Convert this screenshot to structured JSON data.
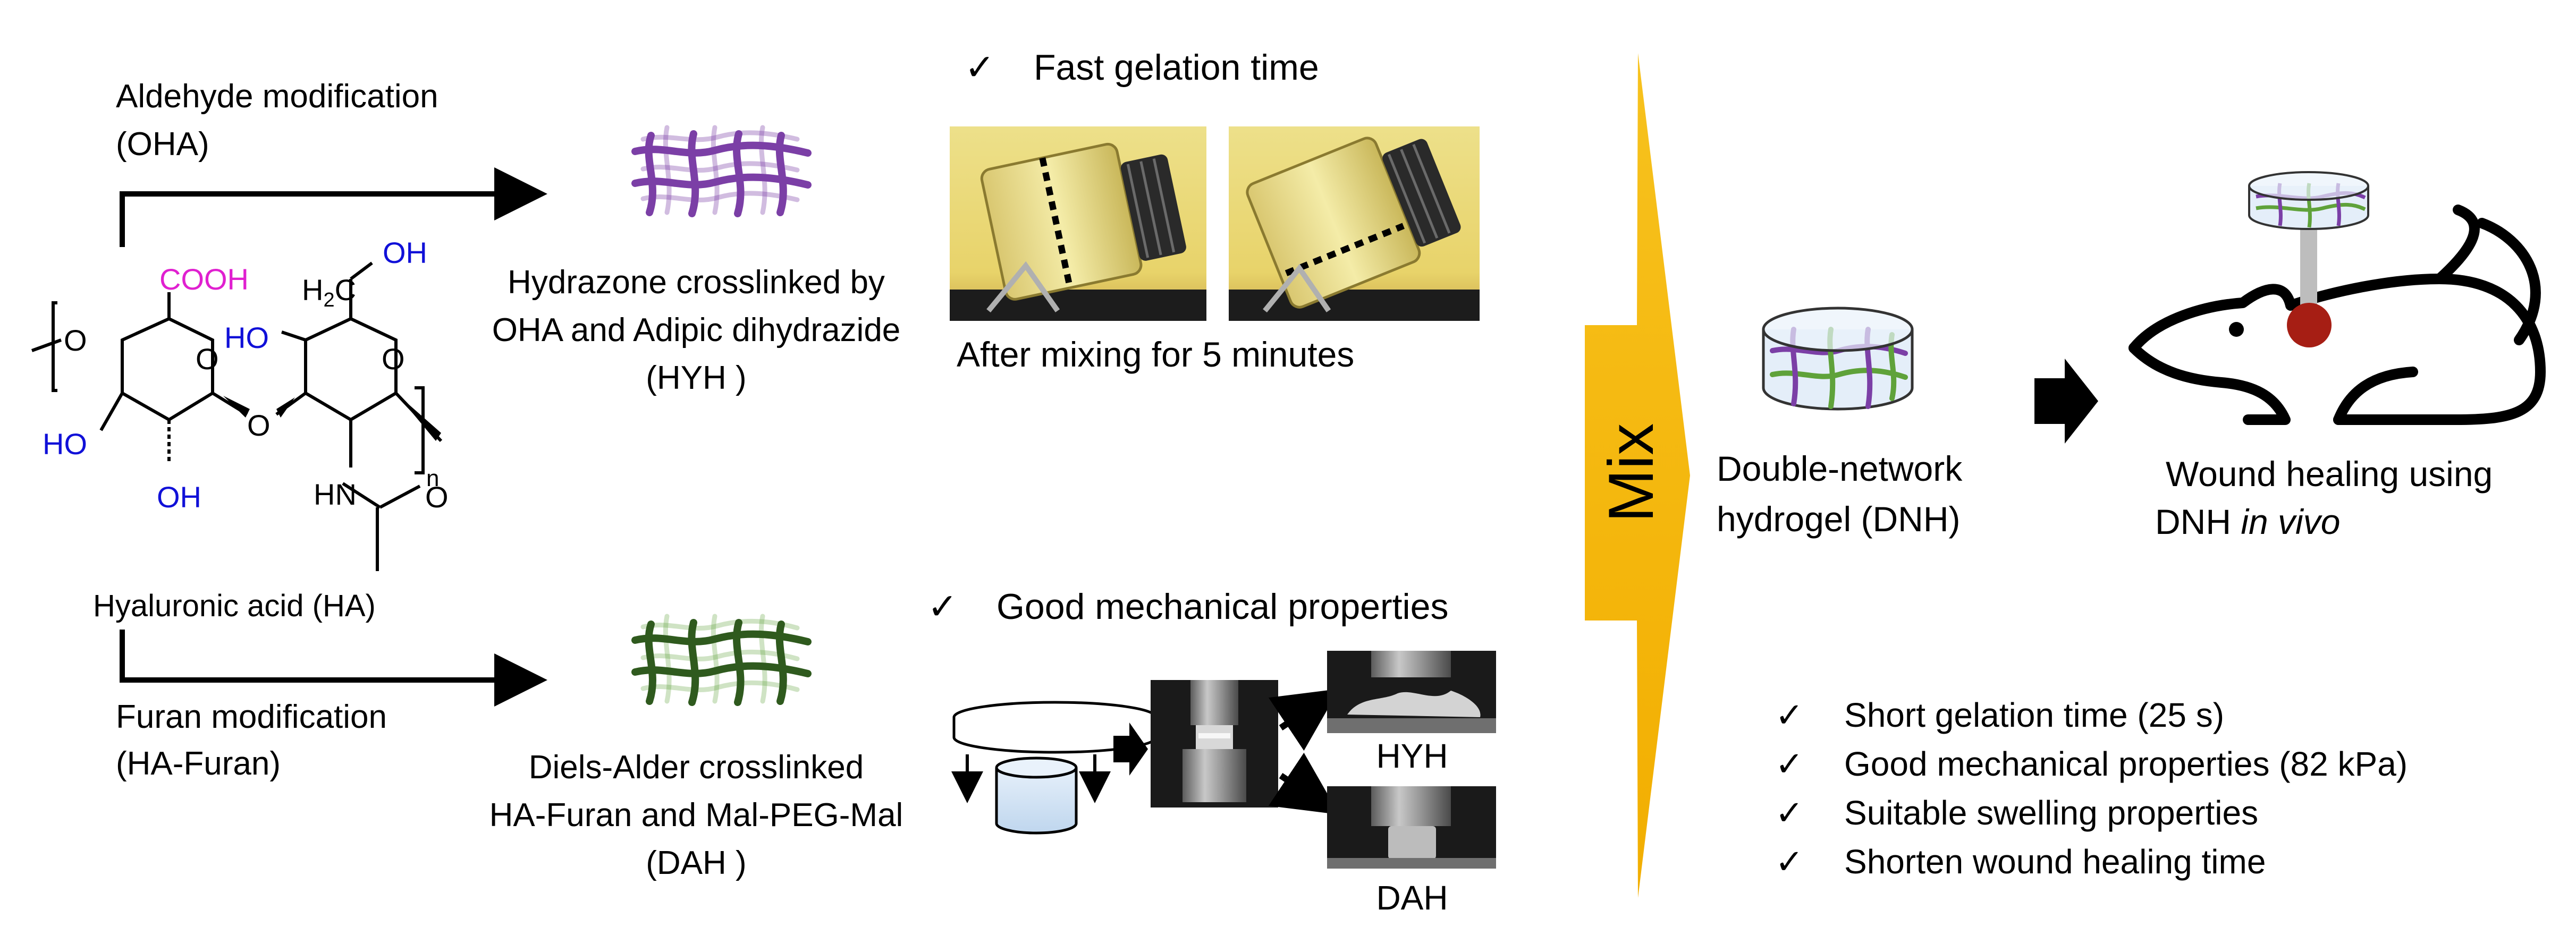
{
  "top_path": {
    "label_line1": "Aldehyde modification",
    "label_line2": "(OHA)",
    "network_line1": "Hydrazone crosslinked by",
    "network_line2": "OHA and Adipic dihydrazide",
    "network_line3": "(HYH )",
    "check_mark": "✓",
    "feature": "Fast gelation time",
    "photo_caption": "After mixing for 5 minutes",
    "network_color": "#7B3FA6"
  },
  "bottom_path": {
    "label_line1": "Furan modification",
    "label_line2": "(HA-Furan)",
    "network_line1": "Diels-Alder crosslinked",
    "network_line2": "HA-Furan and Mal-PEG-Mal",
    "network_line3": "(DAH )",
    "check_mark": "✓",
    "feature": "Good mechanical properties",
    "sample_labels": [
      "HYH",
      "DAH"
    ],
    "network_color": "#2F5A1E"
  },
  "molecule": {
    "name": "Hyaluronic acid (HA)",
    "cooh": "COOH",
    "oh": "OH",
    "ho": "HO",
    "h2c": "H",
    "h2c_sub": "2",
    "h2c_c": "C",
    "ring_o": "O",
    "hn": "HN",
    "carbonyl_o": "O",
    "n_sub": "n",
    "cooh_color": "#E020D0",
    "oh_color": "#1010D8"
  },
  "mix": {
    "label": "Mix",
    "color": "#F5B700"
  },
  "dnh": {
    "label_line1": "Double-network",
    "label_line2": "hydrogel (DNH)"
  },
  "wound": {
    "label_line1": "Wound healing using",
    "label_line2": "DNH ",
    "label_line2_italic": "in vivo",
    "wound_color": "#A61E14"
  },
  "results": {
    "check_mark": "✓",
    "items": [
      "Short gelation time (25 s)",
      "Good mechanical properties (82 kPa)",
      "Suitable swelling properties",
      "Shorten wound healing time"
    ]
  }
}
